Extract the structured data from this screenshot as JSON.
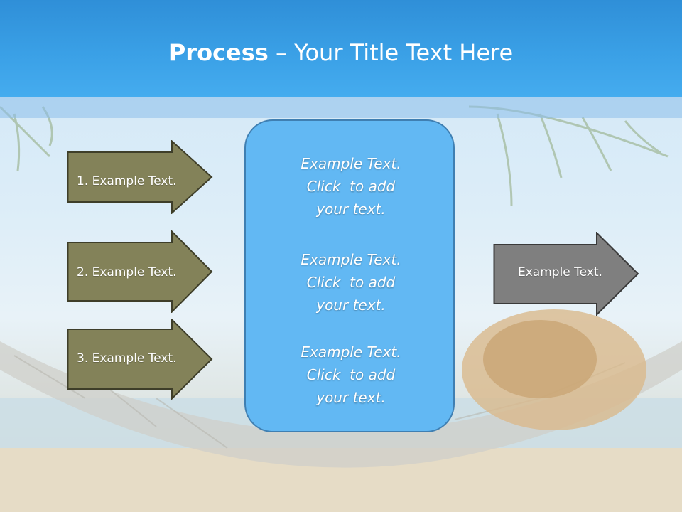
{
  "title": {
    "bold": "Process",
    "rest": " – Your Title Text Here"
  },
  "input_arrows": [
    {
      "label": "1. Example Text."
    },
    {
      "label": "2. Example Text."
    },
    {
      "label": "3. Example Text."
    }
  ],
  "center_box": {
    "blocks": [
      {
        "lines": [
          "Example Text.",
          "Click  to add",
          "your text."
        ]
      },
      {
        "lines": [
          "Example Text.",
          "Click  to add",
          "your text."
        ]
      },
      {
        "lines": [
          "Example Text.",
          "Click  to add",
          "your text."
        ]
      }
    ]
  },
  "output_arrow": {
    "label": "Example Text."
  },
  "colors": {
    "header": "#3aa0e6",
    "input_arrow_fill": "#838259",
    "output_arrow_fill": "#7f7f7f",
    "center_box_fill": "#62b8f3"
  }
}
